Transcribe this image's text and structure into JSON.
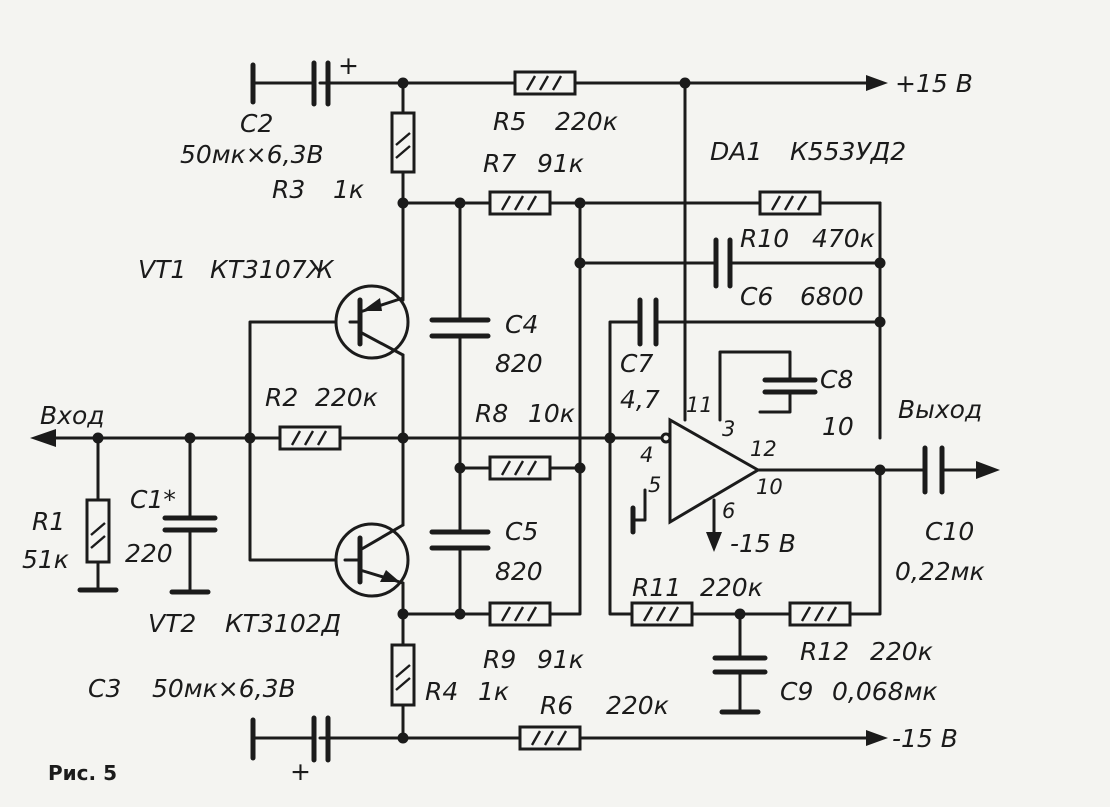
{
  "figure_label": "Рис. 5",
  "rails": {
    "pos": "+15 В",
    "neg": "-15 В"
  },
  "ports": {
    "input": "Вход",
    "output": "Выход"
  },
  "opamp": {
    "ref": "DA1",
    "part": "К553УД2",
    "supply_label": "-15 В",
    "pins": {
      "p3": "3",
      "p4": "4",
      "p5": "5",
      "p6": "6",
      "p10": "10",
      "p11": "11",
      "p12": "12"
    }
  },
  "transistors": {
    "vt1": {
      "ref": "VT1",
      "part": "КТ3107Ж"
    },
    "vt2": {
      "ref": "VT2",
      "part": "КТ3102Д"
    }
  },
  "resistors": {
    "r1": {
      "ref": "R1",
      "value": "51к"
    },
    "r2": {
      "ref": "R2",
      "value": "220к"
    },
    "r3": {
      "ref": "R3",
      "value": "1к"
    },
    "r4": {
      "ref": "R4",
      "value": "1к"
    },
    "r5": {
      "ref": "R5",
      "value": "220к"
    },
    "r6": {
      "ref": "R6",
      "value": "220к"
    },
    "r7": {
      "ref": "R7",
      "value": "91к"
    },
    "r8": {
      "ref": "R8",
      "value": "10к"
    },
    "r9": {
      "ref": "R9",
      "value": "91к"
    },
    "r10": {
      "ref": "R10",
      "value": "470к"
    },
    "r11": {
      "ref": "R11",
      "value": "220к"
    },
    "r12": {
      "ref": "R12",
      "value": "220к"
    }
  },
  "capacitors": {
    "c1": {
      "ref": "C1*",
      "value": "220"
    },
    "c2": {
      "ref": "C2",
      "value": "50мк×6,3В"
    },
    "c3": {
      "ref": "C3",
      "value": "50мк×6,3В"
    },
    "c4": {
      "ref": "C4",
      "value": "820"
    },
    "c5": {
      "ref": "C5",
      "value": "820"
    },
    "c6": {
      "ref": "C6",
      "value": "6800"
    },
    "c7": {
      "ref": "C7",
      "value": "4,7"
    },
    "c8": {
      "ref": "C8",
      "value": "10"
    },
    "c9": {
      "ref": "C9",
      "value": "0,068мк"
    },
    "c10": {
      "ref": "C10",
      "value": "0,22мк"
    }
  },
  "polarity": {
    "plus": "+"
  }
}
